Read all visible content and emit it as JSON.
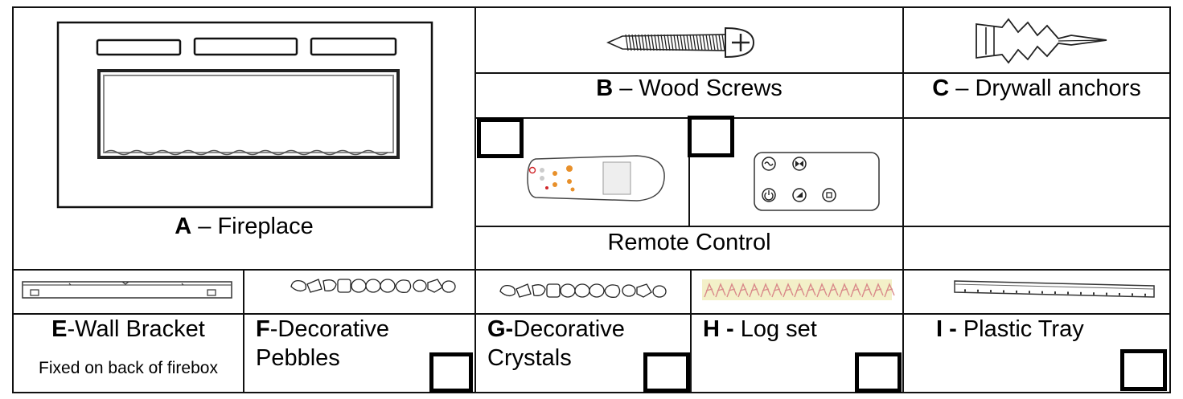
{
  "parts": {
    "A": {
      "letter": "A",
      "sep": " – ",
      "name": "Fireplace"
    },
    "B": {
      "letter": "B",
      "sep": " – ",
      "name": "Wood Screws"
    },
    "C": {
      "letter": "C",
      "sep": " – ",
      "name": "Drywall anchors"
    },
    "remote": {
      "name": "Remote Control"
    },
    "E": {
      "letter": "E",
      "sep": "-",
      "name": "Wall Bracket",
      "note": "Fixed on back of firebox"
    },
    "F": {
      "letter": "F",
      "sep": "-",
      "name_line1": "Decorative",
      "name_line2": "Pebbles"
    },
    "G": {
      "letter": "G-",
      "sep": "",
      "name_line1": "Decorative",
      "name_line2": "Crystals"
    },
    "H": {
      "letter": "H -",
      "sep": " ",
      "name": "Log set"
    },
    "I": {
      "letter": "I -",
      "sep": " ",
      "name": "Plastic Tray"
    }
  },
  "icons": {
    "fireplace": "fireplace-illustration",
    "screw": "wood-screw-illustration",
    "anchor": "drywall-anchor-illustration",
    "handheld_remote": "handheld-remote-illustration",
    "wall_panel": "control-panel-illustration",
    "bracket": "wall-bracket-illustration",
    "pebbles": "pebbles-illustration",
    "crystals": "crystals-illustration",
    "logs": "log-set-illustration",
    "tray": "plastic-tray-illustration"
  },
  "colors": {
    "line": "#111111",
    "remote_accent": "#e8902a",
    "remote_red": "#d0262a",
    "logs": "#d98a8a",
    "logs_bg": "#f3f0c8"
  }
}
